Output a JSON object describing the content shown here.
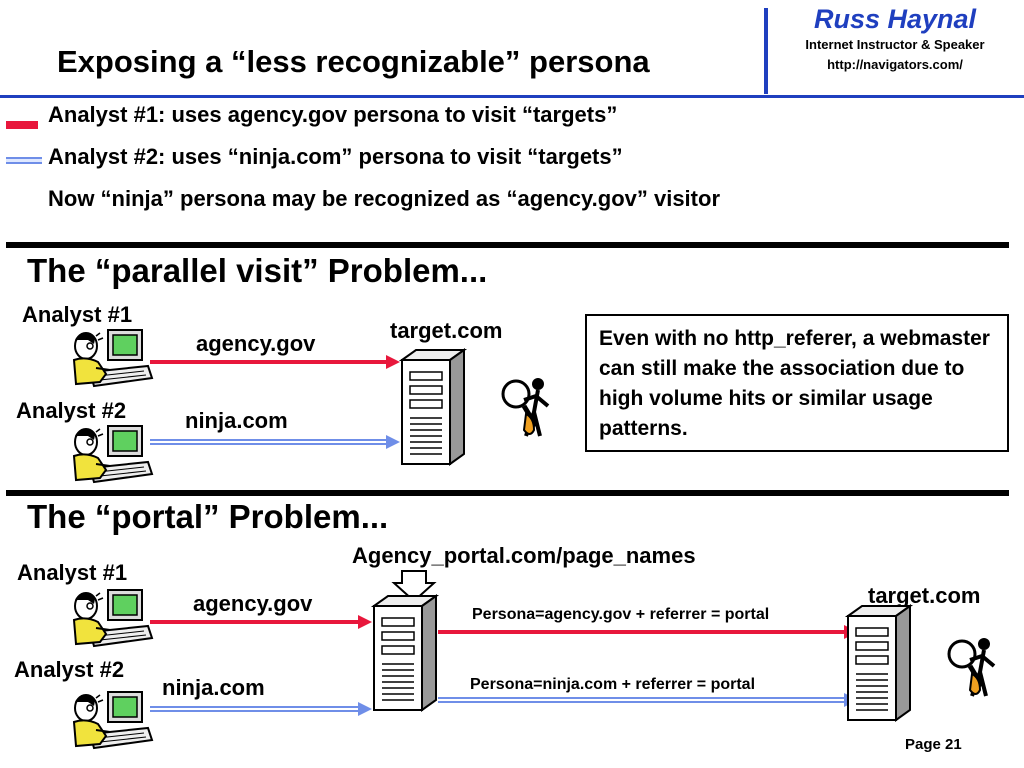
{
  "header": {
    "title": "Exposing a “less recognizable” persona",
    "brand_name": "Russ Haynal",
    "brand_role": "Internet Instructor & Speaker",
    "brand_url": "http://navigators.com/"
  },
  "bullets": [
    "Analyst #1: uses agency.gov persona to visit “targets”",
    "Analyst #2: uses “ninja.com” persona to visit “targets”",
    "Now “ninja” persona may be recognized as “agency.gov”  visitor"
  ],
  "section_parallel": {
    "title": "The “parallel visit” Problem...",
    "analyst1_label": "Analyst #1",
    "analyst2_label": "Analyst #2",
    "persona1": "agency.gov",
    "persona2": "ninja.com",
    "target_label": "target.com",
    "note": "Even with no http_referer, a webmaster can still make the association due to high volume hits or similar usage patterns."
  },
  "section_portal": {
    "title": "The “portal” Problem...",
    "portal_label": "Agency_portal.com/page_names",
    "analyst1_label": "Analyst #1",
    "analyst2_label": "Analyst #2",
    "persona1": "agency.gov",
    "persona2": "ninja.com",
    "target_label": "target.com",
    "referrer1": "Persona=agency.gov + referrer = portal",
    "referrer2": "Persona=ninja.com + referrer = portal"
  },
  "footer": {
    "page_number": "Page 21"
  },
  "colors": {
    "accent_blue": "#1f3fbf",
    "red_arrow": "#e8173c",
    "blue_arrow": "#6f8ee8",
    "monitor_green": "#5fd05f"
  },
  "icons": [
    "analyst-computer-icon",
    "server-tower-icon",
    "magnifier-detective-icon",
    "down-arrow-icon"
  ]
}
